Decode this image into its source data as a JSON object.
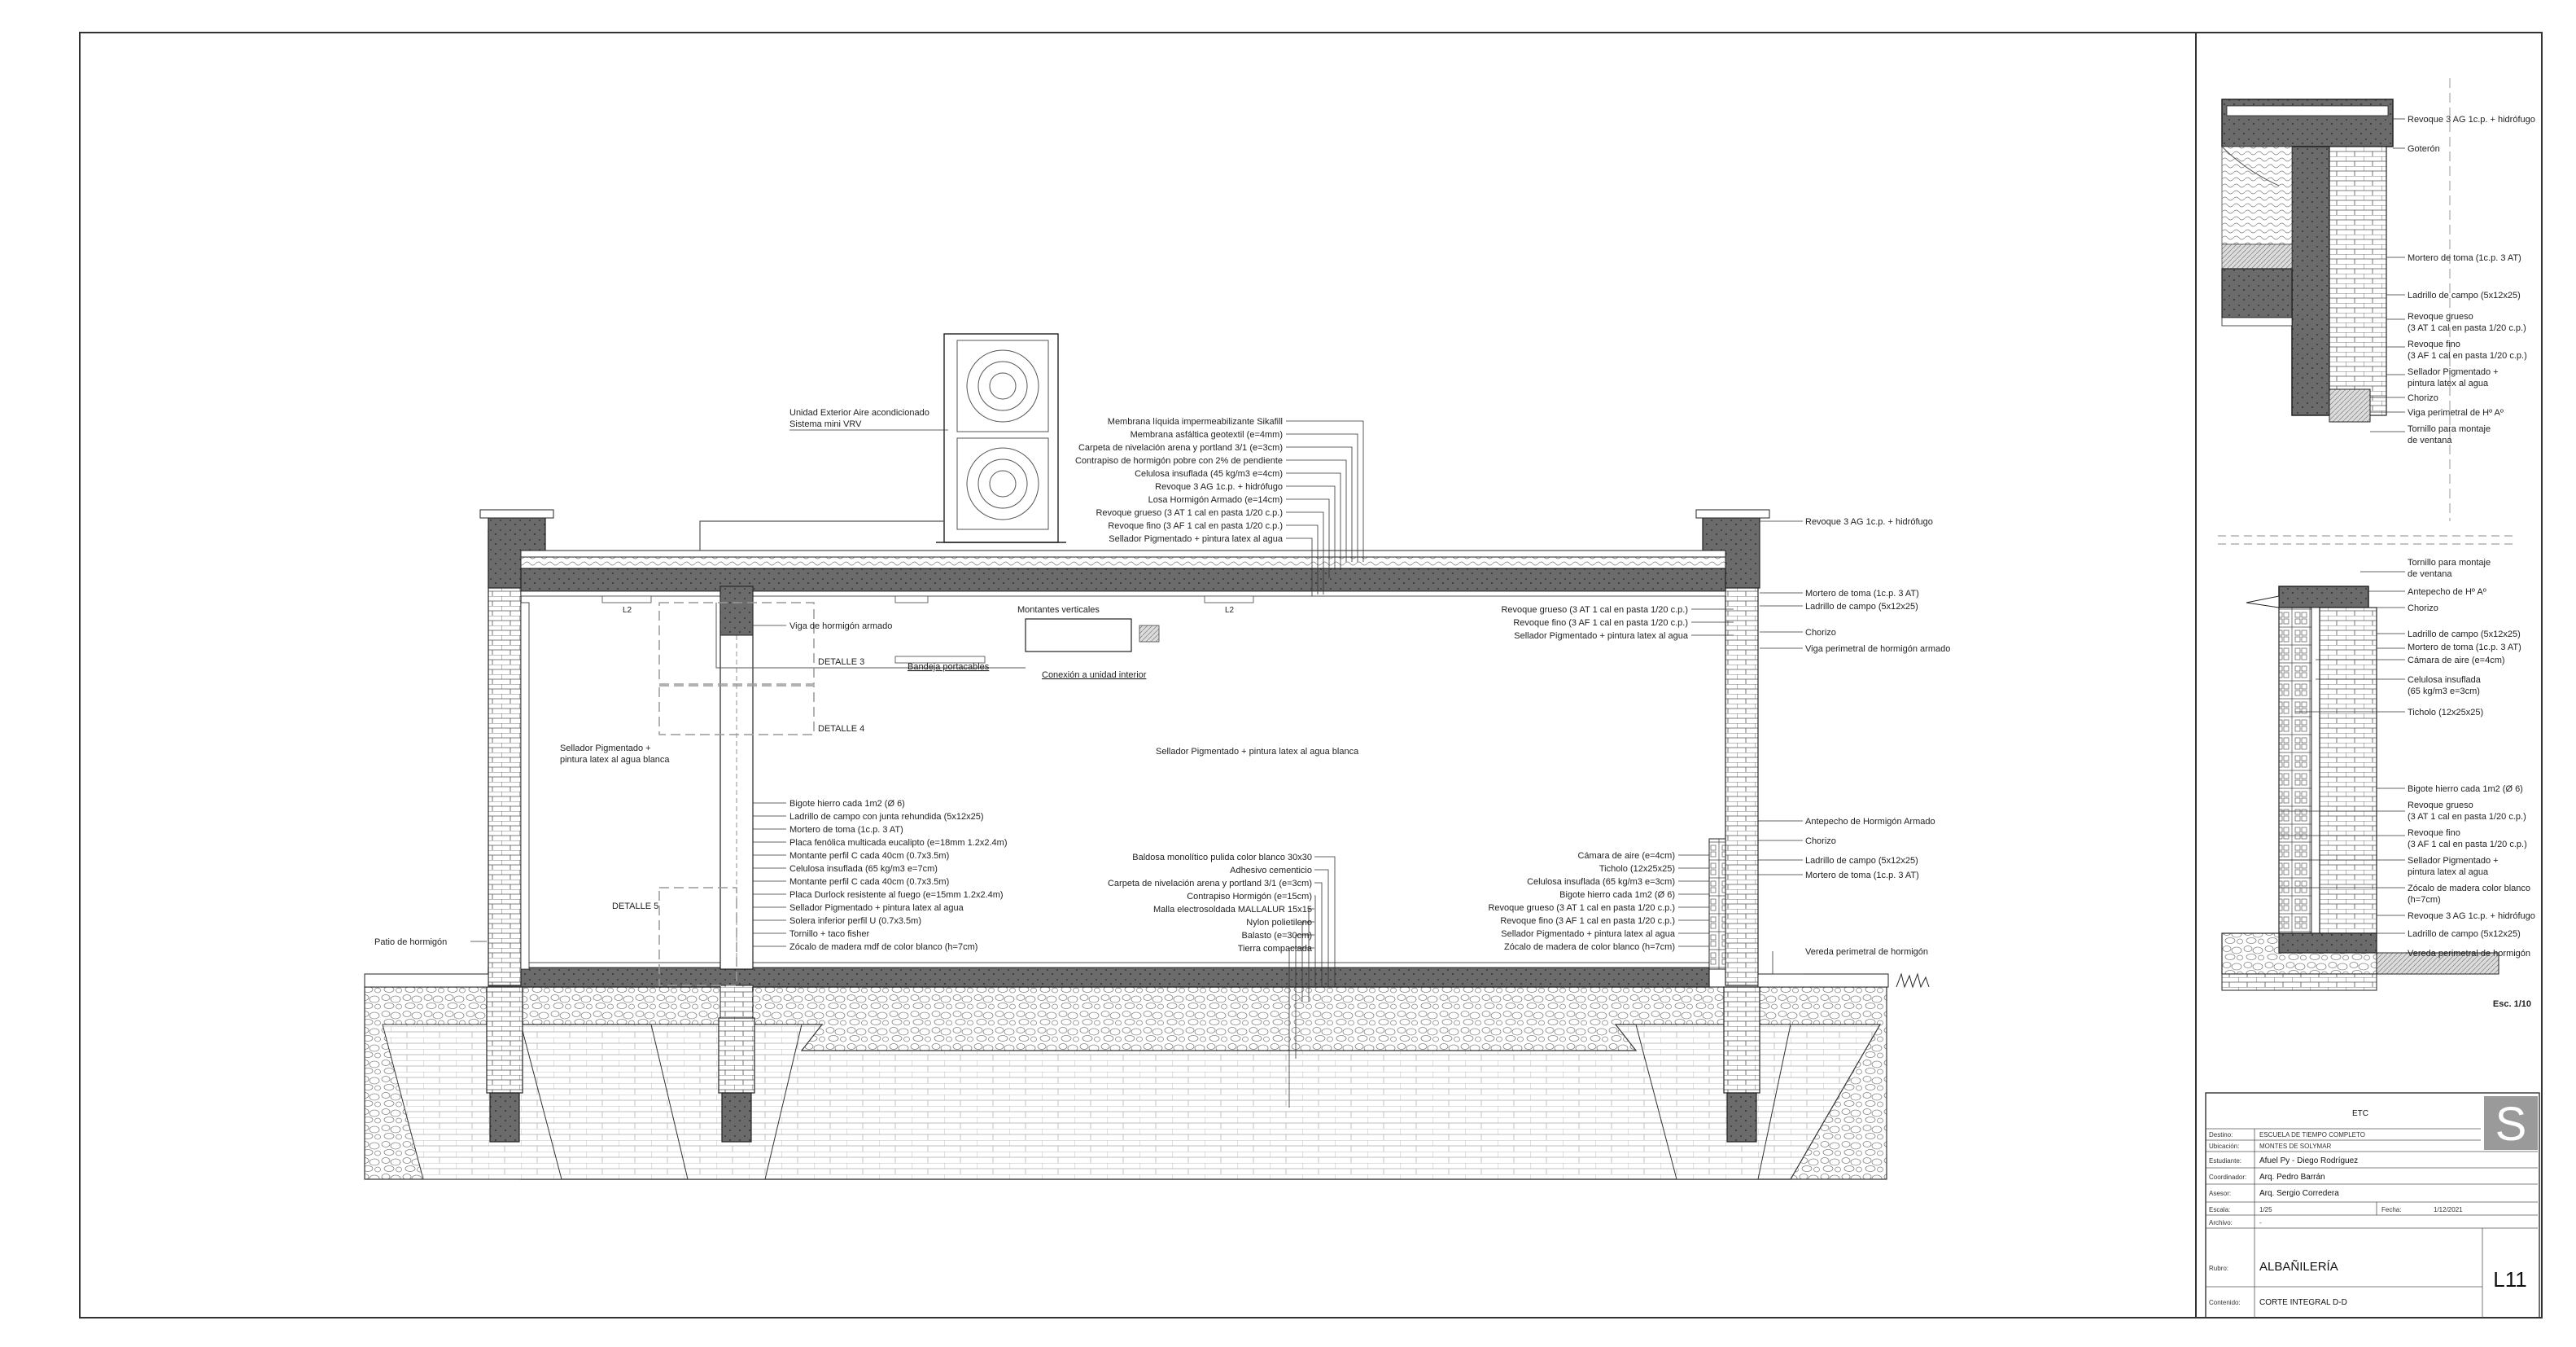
{
  "drawing": {
    "outdoor_unit": [
      "Unidad Exterior Aire acondicionado",
      "Sistema mini VRV"
    ],
    "roof_layers": [
      "Membrana líquida impermeabilizante Sikafill",
      "Membrana asfáltica geotextil (e=4mm)",
      "Carpeta de nivelación arena y portland 3/1 (e=3cm)",
      "Contrapiso de hormigón pobre con 2% de pendiente",
      "Celulosa insuflada (45 kg/m3 e=4cm)",
      "Revoque 3 AG 1c.p. + hidrófugo",
      "Losa Hormigón Armado (e=14cm)",
      "Revoque grueso (3 AT 1 cal en pasta 1/20 c.p.)",
      "Revoque fino (3 AF 1 cal en pasta 1/20 c.p.)",
      "Sellador Pigmentado + pintura latex al agua"
    ],
    "parapet_right": "Revoque 3 AG 1c.p. + hidrófugo",
    "right_top_layers": [
      "Mortero de toma (1c.p. 3 AT)",
      "Ladrillo de campo (5x12x25)",
      "Chorizo",
      "Viga perimetral de hormigón armado"
    ],
    "interior_finish_right": [
      "Revoque grueso (3 AT 1 cal en pasta 1/20 c.p.)",
      "Revoque fino (3 AF 1 cal en pasta 1/20 c.p.)",
      "Sellador Pigmentado + pintura latex al agua"
    ],
    "beam_label": "Viga de hormigón armado",
    "montantes": "Montantes verticales",
    "bandeja": "Bandeja portacables",
    "conexion": "Conexión a unidad interior",
    "detalle3": "DETALLE 3",
    "detalle4": "DETALLE 4",
    "detalle5": "DETALLE 5",
    "l2_left": "L2",
    "l2_right": "L2",
    "sellador_left": [
      "Sellador Pigmentado +",
      "pintura latex al agua blanca"
    ],
    "sellador_center": "Sellador Pigmentado + pintura latex al agua blanca",
    "wall_layers": [
      "Bigote hierro cada 1m2 (Ø 6)",
      "Ladrillo de campo con junta rehundida (5x12x25)",
      "Mortero de toma (1c.p. 3 AT)",
      "Placa fenólica multicada eucalipto (e=18mm 1.2x2.4m)",
      "Montante perfil C cada 40cm (0.7x3.5m)",
      "Celulosa insuflada (65 kg/m3 e=7cm)",
      "Montante perfil C cada 40cm (0.7x3.5m)",
      "Placa Durlock resistente al fuego (e=15mm 1.2x2.4m)",
      "Sellador Pigmentado + pintura latex al agua",
      "Solera inferior perfil U (0.7x3.5m)",
      "Tornillo + taco fisher",
      "Zócalo de madera mdf de color blanco (h=7cm)"
    ],
    "floor_layers": [
      "Baldosa monolítico pulida color blanco 30x30",
      "Adhesivo cementicio",
      "Carpeta de nivelación arena y portland 3/1 (e=3cm)",
      "Contrapiso Hormigón (e=15cm)",
      "Malla electrosoldada MALLALUR 15x15",
      "Nylon polietileno",
      "Balasto (e=30cm)",
      "Tierra compactada"
    ],
    "right_wall_labels": [
      "Cámara de aire (e=4cm)",
      "Ticholo (12x25x25)",
      "Celulosa insuflada (65 kg/m3 e=3cm)",
      "Bigote hierro cada 1m2 (Ø 6)",
      "Revoque grueso (3 AT 1 cal en pasta 1/20 c.p.)",
      "Revoque fino (3 AF 1 cal en pasta 1/20 c.p.)",
      "Sellador Pigmentado + pintura latex al agua",
      "Zócalo de madera de color blanco (h=7cm)"
    ],
    "right_outer_labels": [
      "Antepecho de Hormigón Armado",
      "Chorizo",
      "Ladrillo de campo (5x12x25)",
      "Mortero de toma (1c.p. 3 AT)"
    ],
    "patio": "Patio de hormigón",
    "vereda": "Vereda perimetral de hormigón"
  },
  "detail": {
    "top_labels": [
      "Revoque 3 AG 1c.p. + hidrófugo",
      "Goterón",
      "Mortero de toma (1c.p. 3 AT)",
      "Ladrillo de campo (5x12x25)",
      "Revoque grueso",
      "(3 AT 1 cal en pasta 1/20 c.p.)",
      "Revoque fino",
      "(3 AF 1 cal en pasta 1/20 c.p.)",
      "Sellador Pigmentado +",
      "pintura latex al agua",
      "Chorizo",
      "Viga perimetral de Hº Aº",
      "Tornillo para montaje",
      "de ventana"
    ],
    "bottom_labels": [
      "Tornillo para montaje",
      "de ventana",
      "Antepecho de Hº Aº",
      "Chorizo",
      "Ladrillo de campo (5x12x25)",
      "Mortero de toma (1c.p. 3 AT)",
      "Cámara de aire (e=4cm)",
      "Celulosa insuflada",
      "(65 kg/m3 e=3cm)",
      "Ticholo (12x25x25)",
      "Bigote hierro cada 1m2 (Ø 6)",
      "Revoque grueso",
      "(3 AT 1 cal en pasta 1/20 c.p.)",
      "Revoque fino",
      "(3 AF 1 cal en pasta 1/20 c.p.)",
      "Sellador Pigmentado +",
      "pintura latex al agua",
      "Zócalo de madera color blanco",
      "(h=7cm)",
      "Revoque 3 AG 1c.p. + hidrófugo",
      "Ladrillo de campo (5x12x25)",
      "Vereda perimetral de hormigón"
    ],
    "scale": "Esc. 1/10"
  },
  "titleblock": {
    "header": "ETC",
    "logo": "S",
    "rows": [
      {
        "label": "Destino:",
        "value": "ESCUELA DE TIEMPO COMPLETO"
      },
      {
        "label": "Ubicación:",
        "value": "MONTES DE SOLYMAR"
      },
      {
        "label": "Estudiante:",
        "value": "Afuel Py - Diego Rodríguez"
      },
      {
        "label": "Coordinador:",
        "value": "Arq. Pedro Barrán"
      },
      {
        "label": "Asesor:",
        "value": "Arq. Sergio Corredera"
      }
    ],
    "escala_label": "Escala:",
    "escala_value": "1/25",
    "fecha_label": "Fecha:",
    "fecha_value": "1/12/2021",
    "archivo_label": "Archivo:",
    "archivo_value": "-",
    "rubro_label": "Rubro:",
    "rubro_value": "ALBAÑILERÍA",
    "contenido_label": "Contenido:",
    "contenido_value": "CORTE INTEGRAL D-D",
    "sheet": "L11"
  }
}
